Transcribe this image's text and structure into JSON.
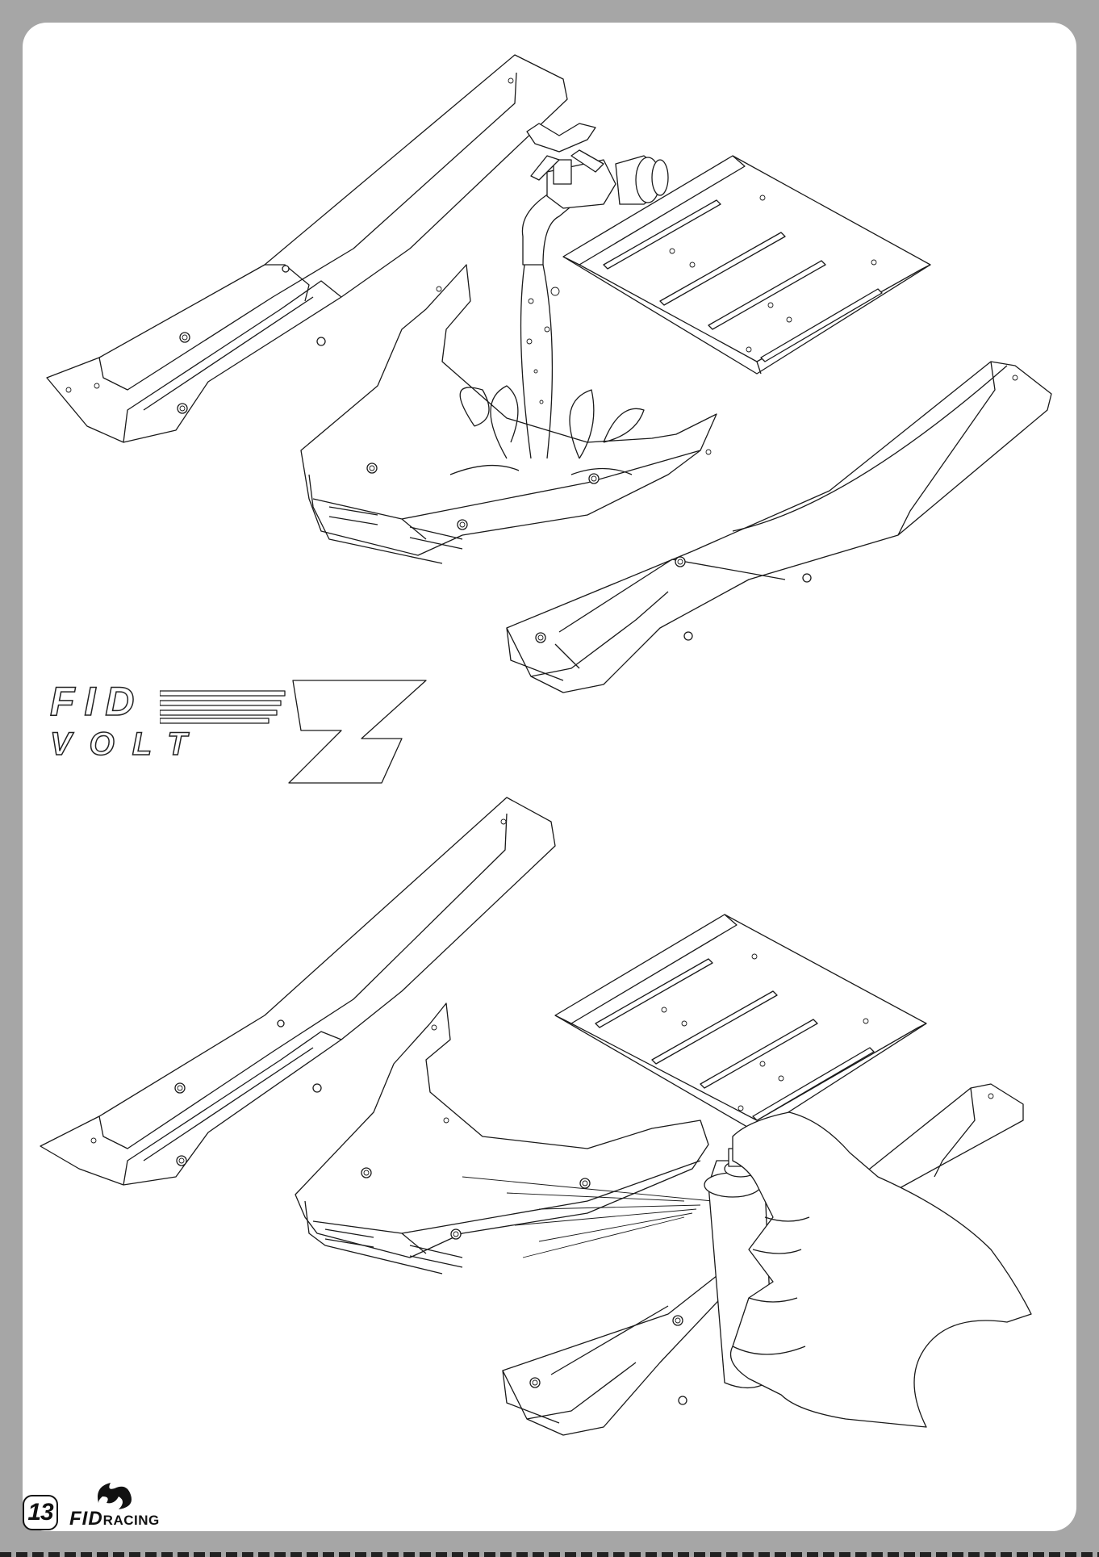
{
  "page": {
    "number": "13",
    "brand_prefix": "FID",
    "brand_suffix": "RACING"
  },
  "logo": {
    "line1": "FID",
    "line2": "VOLT",
    "mark": "Z"
  },
  "illustrations": {
    "top": "body-panels-washing-under-faucet",
    "bottom": "body-panels-spray-painting"
  },
  "colors": {
    "frame": "#a6a6a6",
    "sheet": "#ffffff",
    "ink": "#1a1a1a"
  }
}
